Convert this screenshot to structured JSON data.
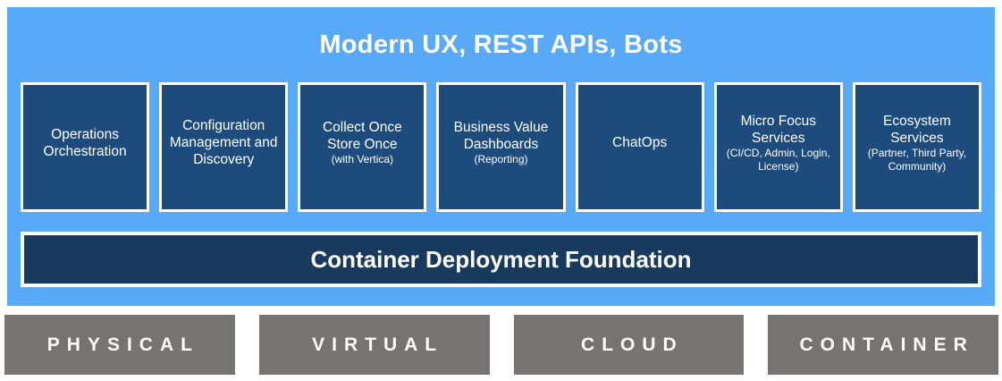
{
  "title": "Modern UX, REST APIs, Bots",
  "capability_boxes": [
    {
      "label": "Operations Orchestration",
      "sublabel": ""
    },
    {
      "label": "Configuration Management and Discovery",
      "sublabel": ""
    },
    {
      "label": "Collect Once Store Once",
      "sublabel": "(with Vertica)"
    },
    {
      "label": "Business Value Dashboards",
      "sublabel": "(Reporting)"
    },
    {
      "label": "ChatOps",
      "sublabel": ""
    },
    {
      "label": "Micro Focus Services",
      "sublabel": "(CI/CD, Admin, Login, License)"
    },
    {
      "label": "Ecosystem Services",
      "sublabel": "(Partner, Third Party, Community)"
    }
  ],
  "foundation": {
    "label": "Container Deployment Foundation"
  },
  "infrastructure": [
    "PHYSICAL",
    "VIRTUAL",
    "CLOUD",
    "CONTAINER"
  ],
  "colors": {
    "platform_background": "#58aaf8",
    "capability_box": "#1d4b7c",
    "foundation_bar": "#173a5e",
    "infrastructure_box": "#787373",
    "text": "#ffffff",
    "page_background": "#ffffff"
  }
}
